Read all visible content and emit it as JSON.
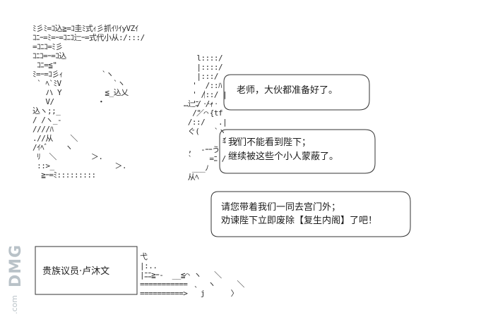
{
  "speech_bubbles": [
    {
      "lines": [
        "老师，大伙都准备好了。"
      ]
    },
    {
      "lines": [
        "我们不能看到陛下；",
        "继续被这些个小人蒙蔽了。"
      ]
    },
    {
      "lines": [
        "请您带着我们一同去宫门外；",
        "劝谏陛下立即废除【复生内阁】了吧！"
      ]
    }
  ],
  "name_label": "贵族议员·卢沐文",
  "watermark": {
    "main": "DMG",
    "sub": ".com"
  },
  "ascii_art": {
    "figure": "ﾐ彡ﾐ=ｺ込≧=ｺ圭ﾐ式ｨ彡抓ｲﾘｲyVZｲ\nｺﾆｰ=ﾐ=ｰ=ｺﾆｺ辷ｰ=式代小从:/:::/\n=ｺﾆｺ=ﾐ彡\nｺﾆｺ=ｰ=ｺ込\n ｺﾆ=≦\"\nﾐ=ｰ=ｺ彡ｨ         `ヽ\n ` ﾍ`ﾐV            `ヽ\n   ハ Y          ≦_込乂\n   V/          ・\n込ヽ;;_\n/ /ヽ_-\n////ﾊ\n.//从    ＼\n/ｲﾍﾞ    ヽ\n ﾘ  ＼        ＞.\n ::>_              ＞.\n  ≧ｰ=ﾐ:::::::::\n",
    "hair": "   l::::/\n   |::::/\n   |:::/\n  '  /::ﾊ\n  ' /::/ |\n… '/ /ｨ\n  /\"  {tf\n        .|\n       `ヽ\n         ｲ\n",
    "face": "                 ｜\n              辷ﾆ ‥‥\n                ／⌒\n              /::/\n              ぐ(\n                      ﾆ  /\n              ,  -ｰｰう\n              `    =ﾆ /\n               ___ﾉ\n              从ﾍ",
    "body": "弋\n|:..\n|ﾆﾆ≧ｰ-  __≦⌒ ヽ   ＼\n=========== ﹑  ヽ     ＼\n==========>   j      〉"
  }
}
